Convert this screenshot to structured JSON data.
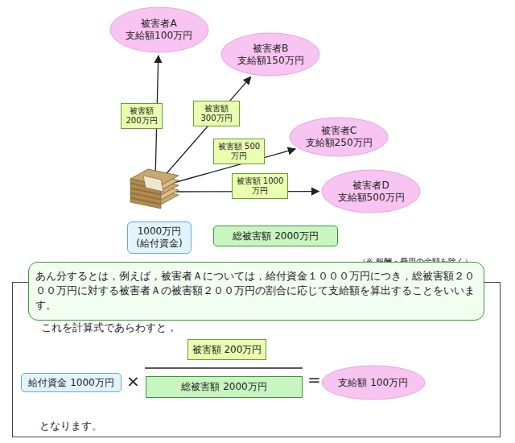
{
  "diagram": {
    "nodes": [
      {
        "text": [
          "被害者A",
          "支給額100万円"
        ]
      },
      {
        "text": [
          "被害者B",
          "支給額150万円"
        ]
      },
      {
        "text": [
          "被害者C",
          "支給額250万円"
        ]
      },
      {
        "text": [
          "被害者D",
          "支給額500万円"
        ]
      },
      {
        "text": [
          "被害額 200万円"
        ]
      },
      {
        "text": [
          "被害額 300万円"
        ]
      },
      {
        "text": [
          "被害額 500万円"
        ]
      },
      {
        "text": [
          "被害額 1000万円"
        ]
      },
      {
        "text": [
          "1000万円 (給付資金)"
        ]
      },
      {
        "text": [
          "総被害額 2000万円"
        ]
      },
      {
        "text": [
          "あん分するとは，例えば，被害者Ａについては，給付資金１０００万円につき，総被害額２０００万円に対する被害者Ａの被害額２００万円の割合に応じて支給額を算出することをいいます。"
        ]
      },
      {
        "text": [
          "これを計算式であらわすと，",
          "となります。"
        ]
      },
      {
        "text": [
          "給付資金 1000万円"
        ],
        "in": 11
      },
      {
        "text": [
          "被害額 200万円"
        ],
        "in": 11
      },
      {
        "text": [
          "総被害額 2000万円"
        ],
        "in": 11
      },
      {
        "text": [
          "支給額 100万円"
        ],
        "in": 11
      }
    ],
    "labels": [
      "（※ 報酬・費用の金額を除く）",
      "×",
      "="
    ]
  }
}
